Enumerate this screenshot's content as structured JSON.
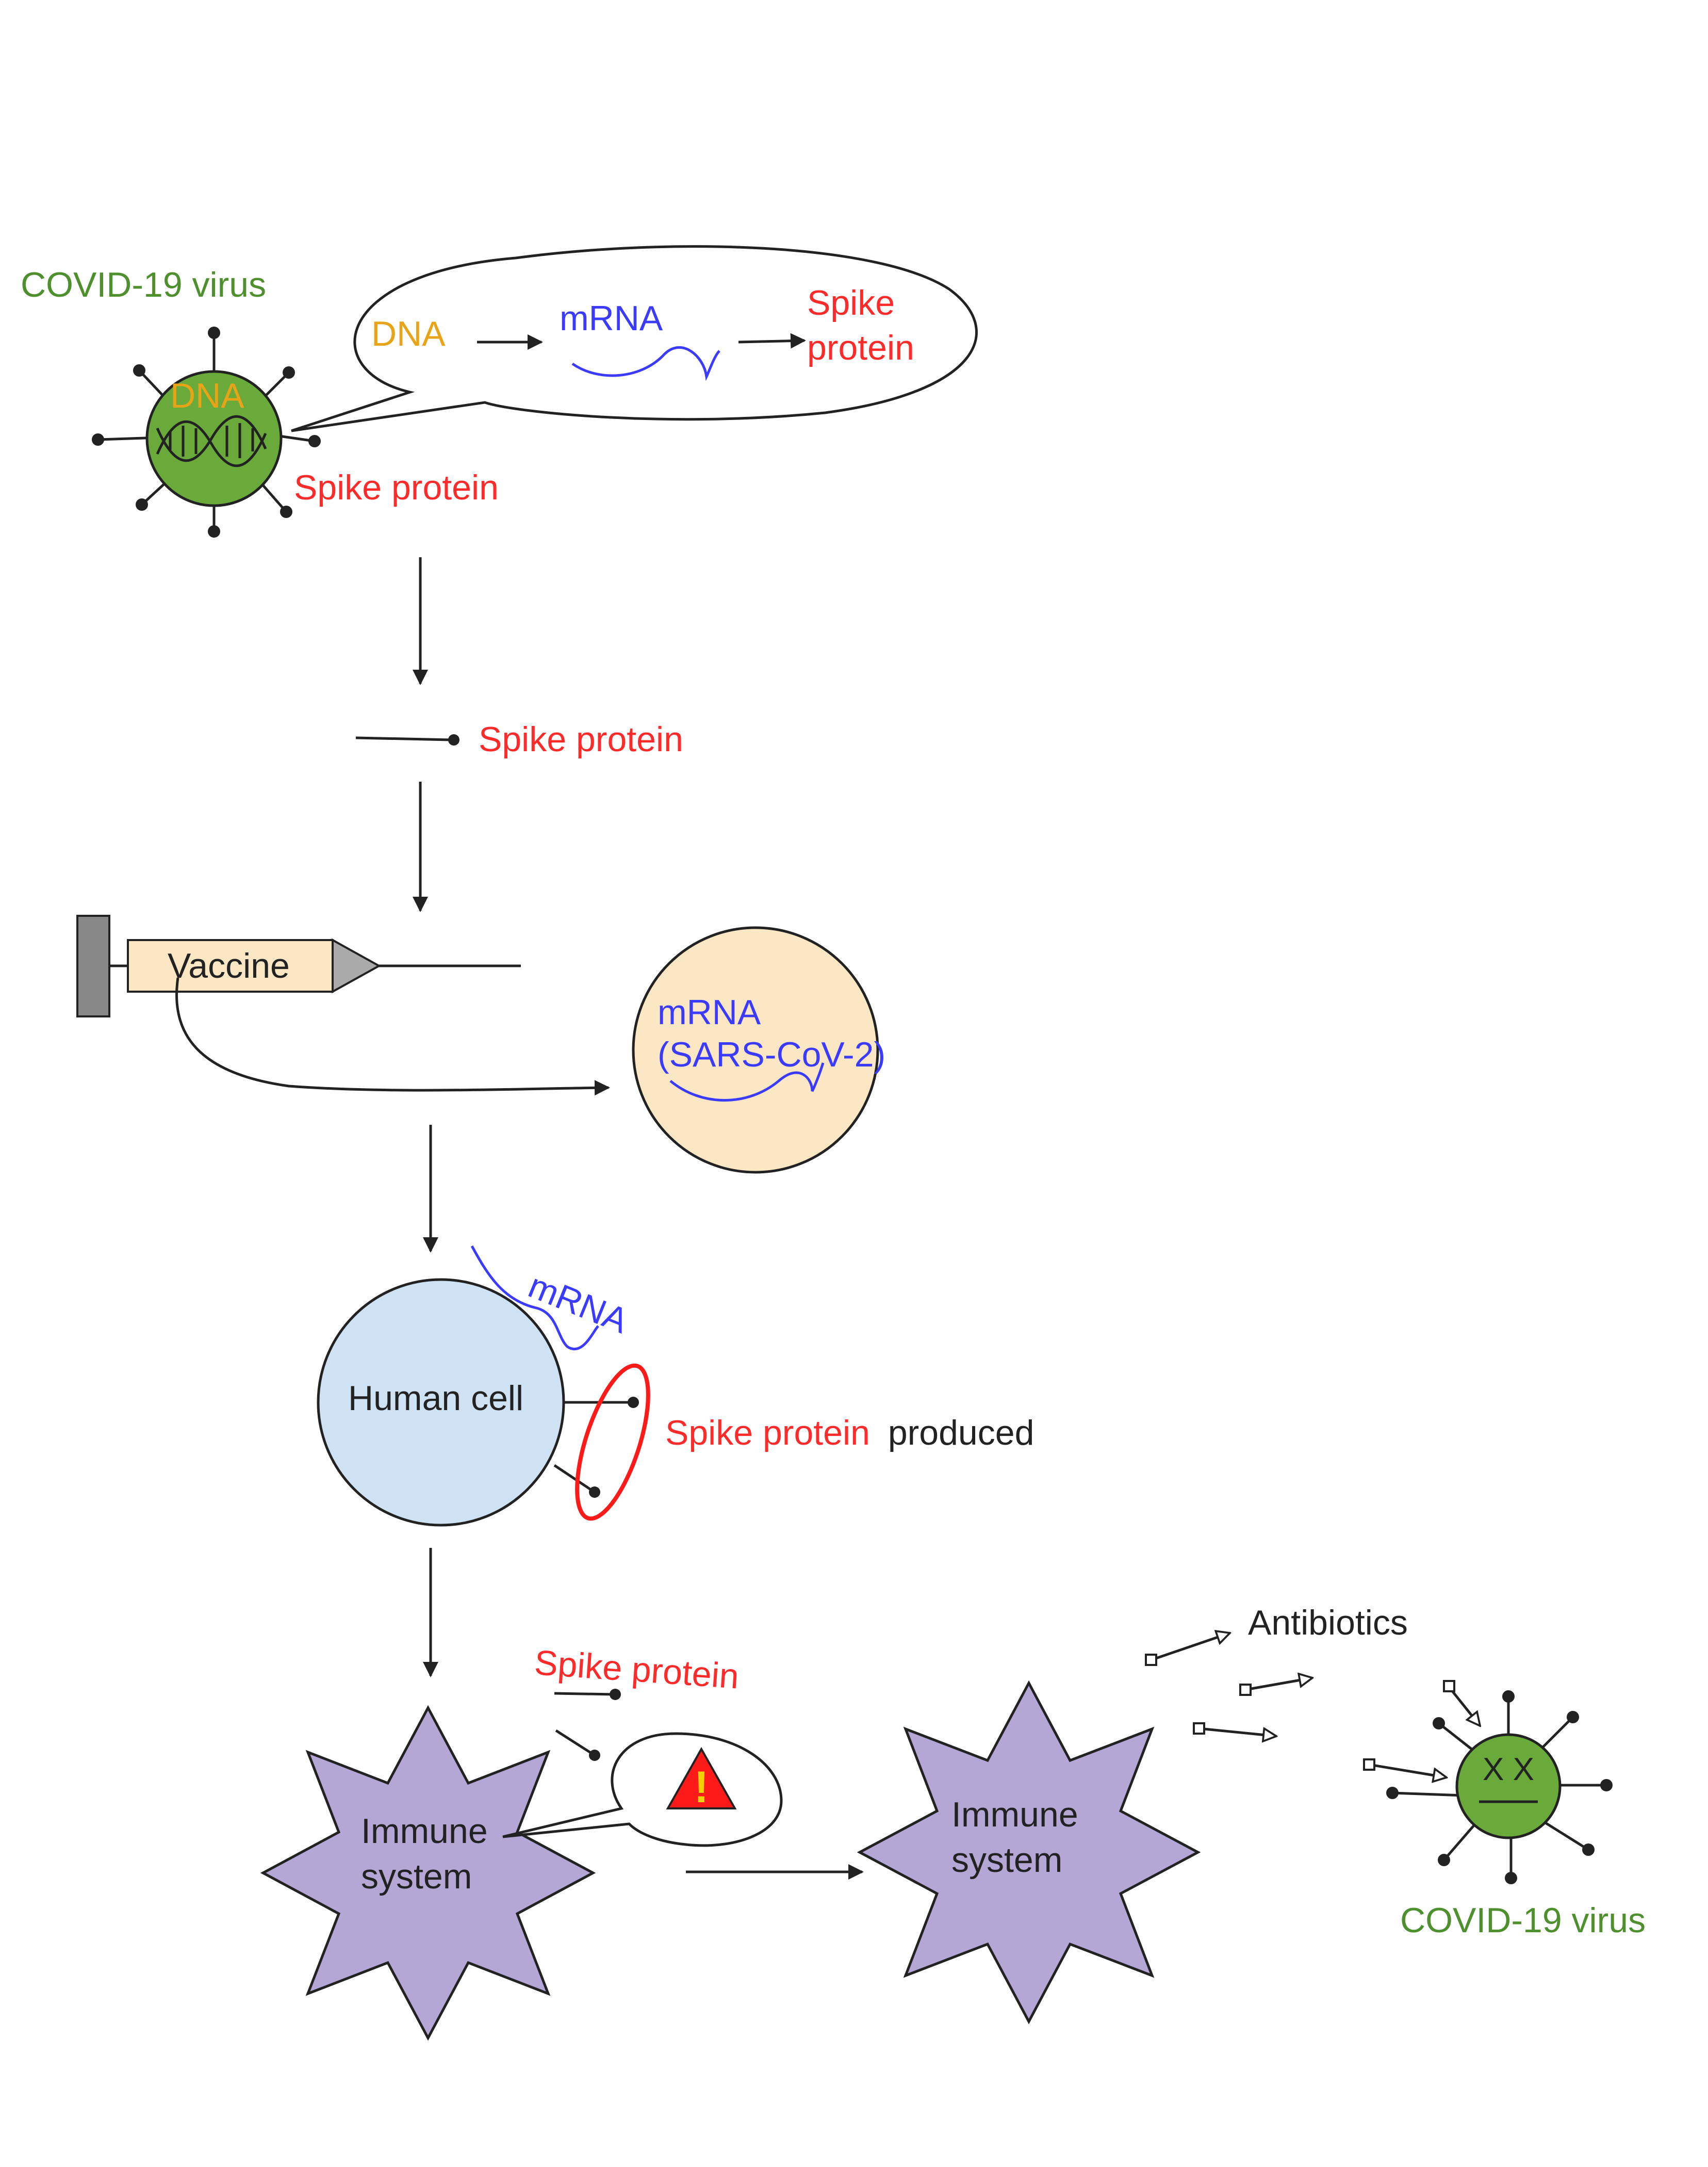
{
  "labels": {
    "covid_virus_top": "COVID-19 virus",
    "dna_on_virus": "DNA",
    "spike_protein_virus": "Spike protein",
    "bubble_dna": "DNA",
    "bubble_mrna": "mRNA",
    "bubble_spike_line1": "Spike",
    "bubble_spike_line2": "protein",
    "spike_protein_isolated": "Spike protein",
    "vaccine": "Vaccine",
    "mrna_sars_line1": "mRNA",
    "mrna_sars_line2": "(SARS-CoV-2)",
    "cell_mrna": "mRNA",
    "human_cell": "Human cell",
    "spike_produced_red": "Spike protein",
    "spike_produced_black": "produced",
    "spike_protein_bottom": "Spike protein",
    "immune_line1": "Immune",
    "immune_line2": "system",
    "immune2_line1": "Immune",
    "immune2_line2": "system",
    "antibiotics": "Antibiotics",
    "covid_virus_bottom": "COVID-19 virus",
    "warning_mark": "!",
    "dead_eyes": "X X"
  },
  "colors": {
    "virus_green": "#6aaa3a",
    "virus_label_green": "#4e8f2e",
    "spike_red": "#ff2a2a",
    "dna_orange": "#e8a317",
    "mrna_blue": "#3b3bff",
    "vaccine_fill": "#fbe7c3",
    "cell_fill": "#cfe2f3",
    "immune_fill": "#b4a7d6",
    "warning_red": "#ff1a1a",
    "warning_yellow": "#f5d000"
  },
  "icons": {
    "virus": "virus-icon",
    "dna_helix": "dna-helix-icon",
    "syringe": "syringe-icon",
    "warning": "warning-icon",
    "immune_star": "immune-cell-icon",
    "dead_virus": "dead-virus-icon"
  }
}
